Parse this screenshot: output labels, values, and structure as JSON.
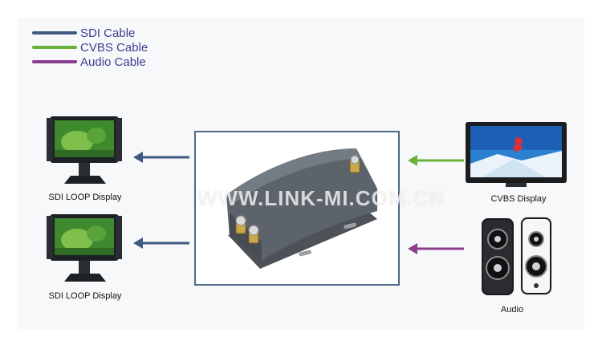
{
  "legend": [
    {
      "label": "SDI Cable",
      "color": "#3e5a82"
    },
    {
      "label": "CVBS Cable",
      "color": "#6ab23a"
    },
    {
      "label": "Audio Cable",
      "color": "#8a3f8f"
    }
  ],
  "captions": {
    "monitor_top": "SDI LOOP Display",
    "monitor_bottom": "SDI LOOP Display",
    "tv": "CVBS Display",
    "speakers": "Audio"
  },
  "watermark": "WWW.LINK-MI.COM.CN",
  "colors": {
    "box_border": "#4f6b86",
    "device": "#5a6169"
  },
  "icons": {
    "monitor": "sdi-monitor-icon",
    "tv": "flat-tv-icon",
    "speakers": "speaker-pair-icon",
    "device": "converter-device-icon"
  }
}
